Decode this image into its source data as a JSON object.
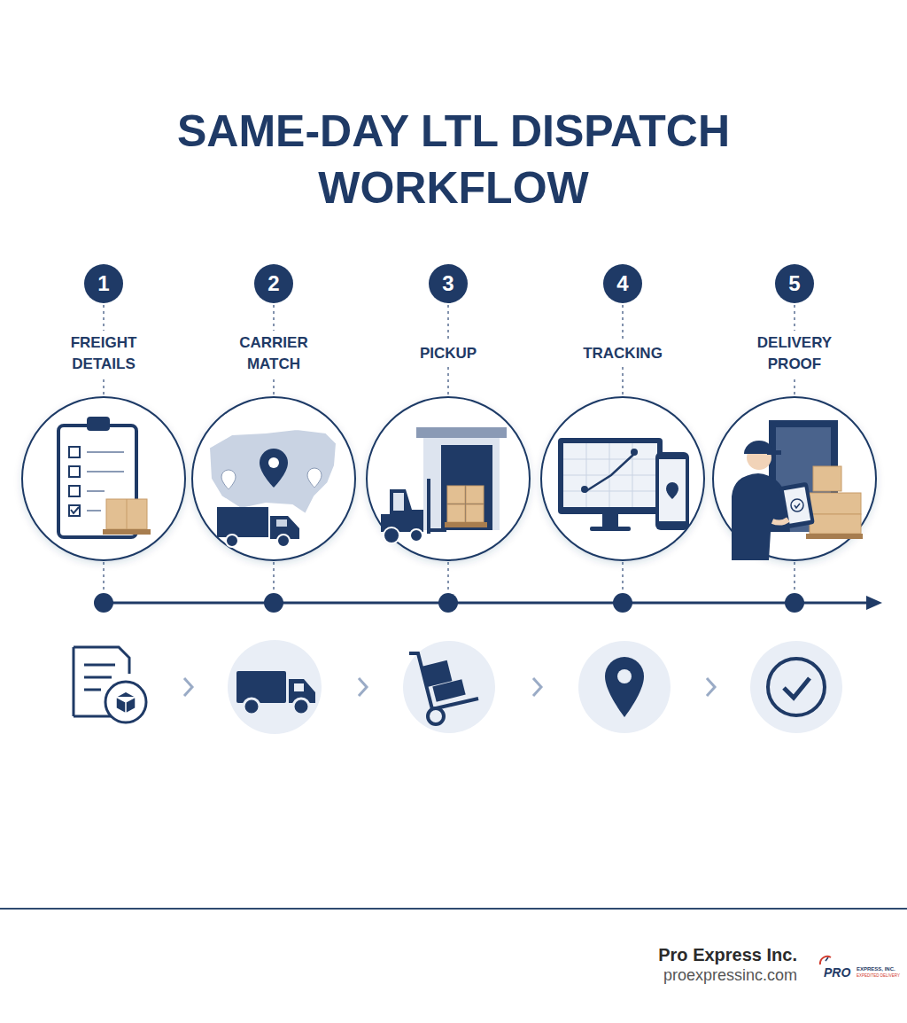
{
  "diagram": {
    "title": "SAME-DAY LTL DISPATCH WORKFLOW",
    "nodes": [
      {
        "text": [
          "1",
          "FREIGHT DETAILS"
        ]
      },
      {
        "text": [
          "2",
          "CARRIER MATCH"
        ]
      },
      {
        "text": [
          "3",
          "PICKUP"
        ]
      },
      {
        "text": [
          "4",
          "TRACKING"
        ]
      },
      {
        "text": [
          "5",
          "DELIVERY PROOF"
        ]
      }
    ],
    "labels": [
      "Pro Express Inc.",
      "proexpressinc.com",
      "PRO",
      "EXPRESS, INC.",
      "EXPEDITED DELIVERY"
    ]
  }
}
